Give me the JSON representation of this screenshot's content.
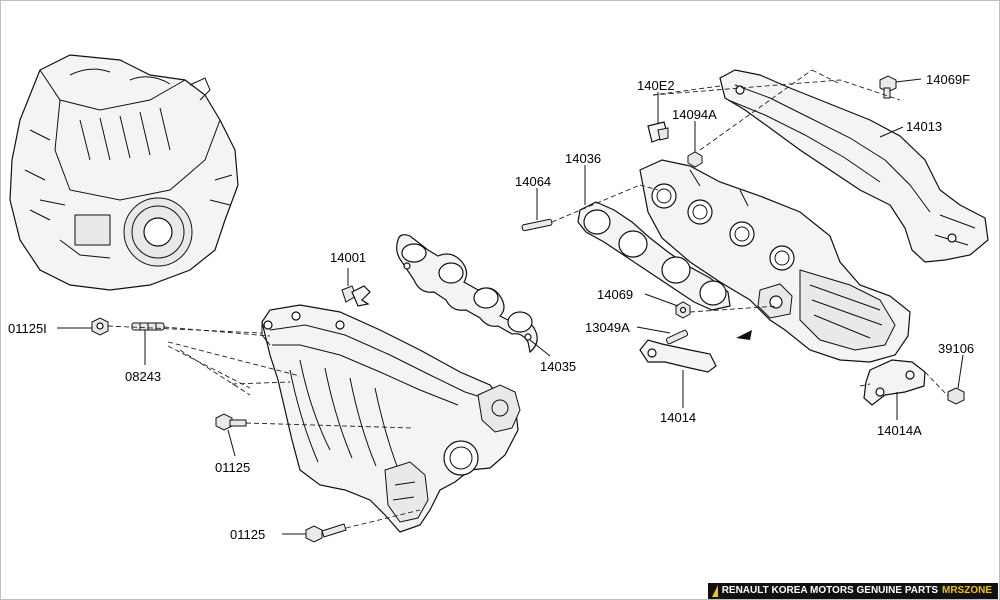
{
  "labels": {
    "l14069F": "14069F",
    "l140E2": "140E2",
    "l14094A": "14094A",
    "l14013": "14013",
    "l14036": "14036",
    "l14064": "14064",
    "l14001": "14001",
    "l14069": "14069",
    "l13049A": "13049A",
    "l39106": "39106",
    "l01125I": "01125I",
    "l08243": "08243",
    "l14035": "14035",
    "l14014": "14014",
    "l14014A": "14014A",
    "l01125a": "01125",
    "l01125b": "01125"
  },
  "footer": {
    "text": "RENAULT KOREA MOTORS GENUINE PARTS",
    "brand": "MRSZONE"
  }
}
